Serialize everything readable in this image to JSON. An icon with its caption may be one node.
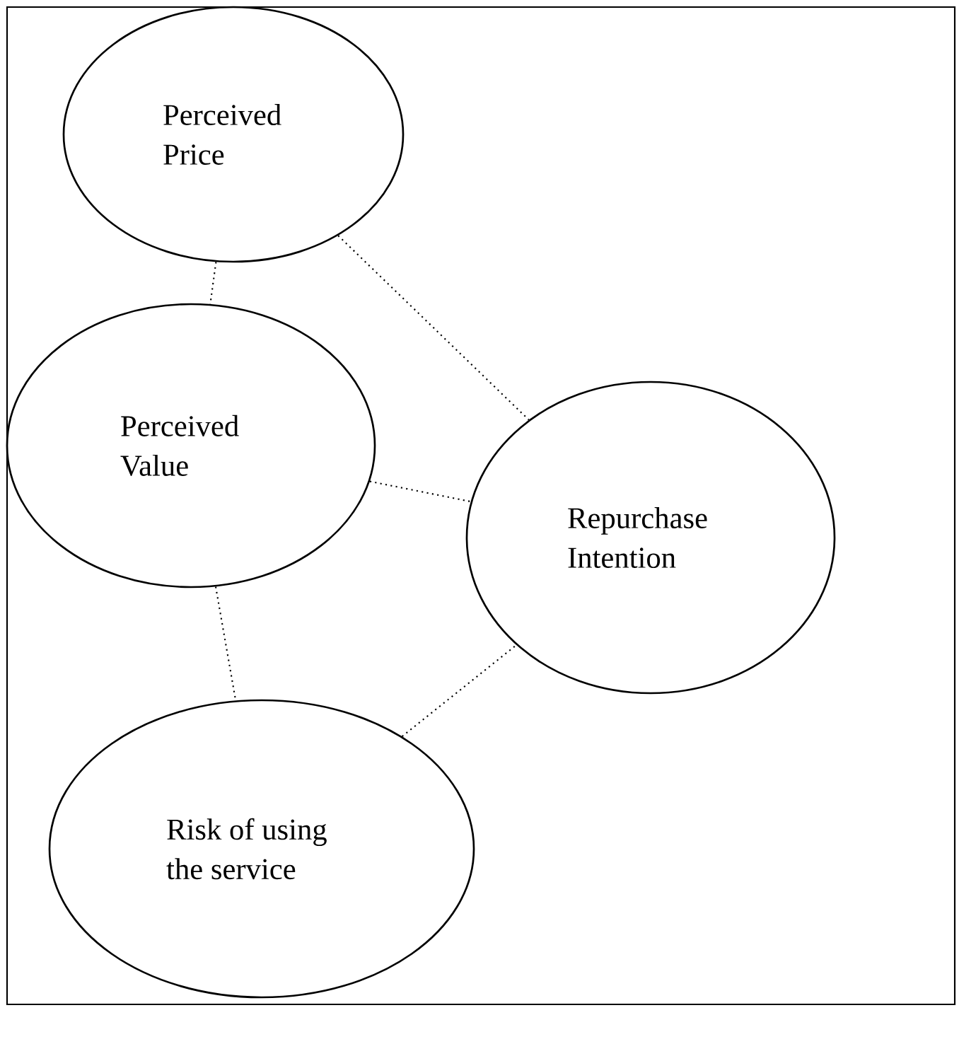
{
  "diagram": {
    "nodes": [
      {
        "text": [
          "Perceived Price"
        ]
      },
      {
        "text": [
          "Perceived Value"
        ]
      },
      {
        "text": [
          "Repurchase Intention"
        ]
      },
      {
        "text": [
          "Risk of using the service"
        ]
      }
    ],
    "edges": [
      {
        "from": 0,
        "to": 1,
        "arrow": "none",
        "style": "dashed"
      },
      {
        "from": 0,
        "to": 2,
        "arrow": "none",
        "style": "dashed"
      },
      {
        "from": 1,
        "to": 2,
        "arrow": "none",
        "style": "dashed"
      },
      {
        "from": 1,
        "to": 3,
        "arrow": "none",
        "style": "dashed"
      },
      {
        "from": 3,
        "to": 2,
        "arrow": "none",
        "style": "dashed"
      }
    ]
  }
}
